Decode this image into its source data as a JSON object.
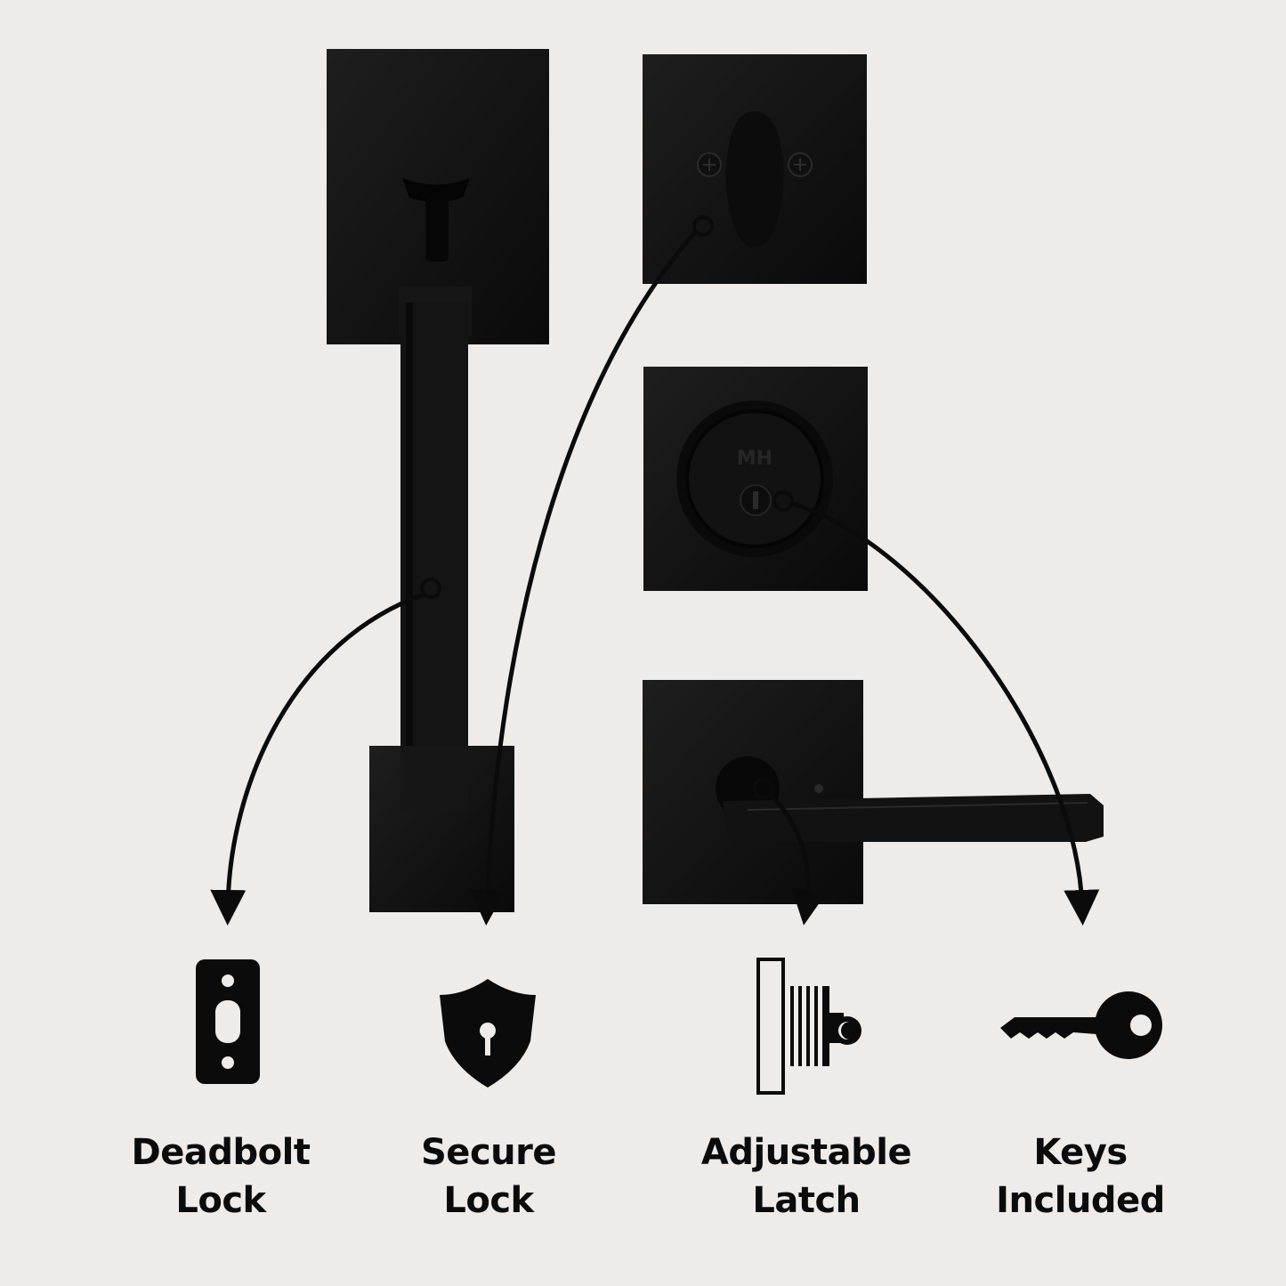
{
  "colors": {
    "background": "#efebe8",
    "hardware": "#121212",
    "hardware_shadow": "#000000",
    "ink": "#0b0b0b"
  },
  "hardware": {
    "components": [
      {
        "name": "handleset-grip",
        "icon": "handle-grip"
      },
      {
        "name": "thumbturn-deadbolt-interior",
        "icon": "thumbturn"
      },
      {
        "name": "keyed-cylinder-exterior",
        "icon": "key-cylinder"
      },
      {
        "name": "interior-lever",
        "icon": "lever"
      }
    ]
  },
  "features": [
    {
      "icon": "deadbolt-faceplate-icon",
      "line1": "Deadbolt",
      "line2": "Lock"
    },
    {
      "icon": "shield-keyhole-icon",
      "line1": "Secure",
      "line2": "Lock"
    },
    {
      "icon": "adjustable-latch-icon",
      "line1": "Adjustable",
      "line2": "Latch"
    },
    {
      "icon": "key-icon",
      "line1": "Keys",
      "line2": "Included"
    }
  ]
}
